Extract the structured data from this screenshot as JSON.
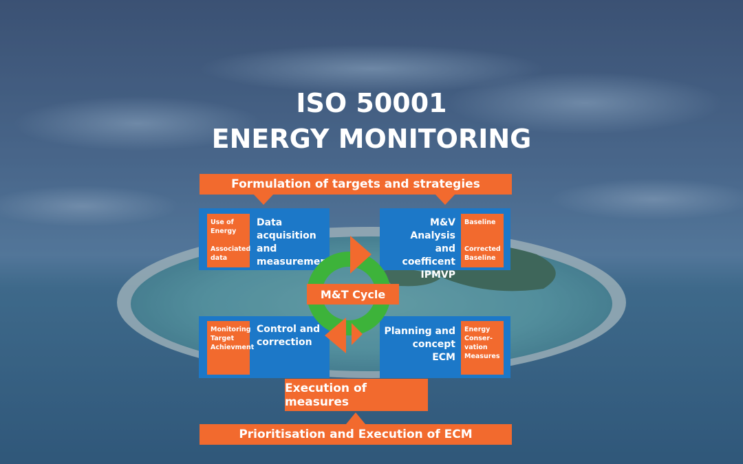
{
  "title": {
    "line1": "ISO 50001",
    "line2": "ENERGY MONITORING"
  },
  "top_bar": "Formulation of targets and strategies",
  "bottom_bar": "Prioritisation and Execution of ECM",
  "execution_box": "Execution of measures",
  "cycle_label": "M&T Cycle",
  "quadrants": {
    "top_left": {
      "label": [
        "Data",
        "acquisition and",
        "measurement"
      ],
      "sub_items": [
        "Use of",
        "Energy",
        "Associated",
        "data"
      ]
    },
    "top_right": {
      "label": [
        "M&V Analysis",
        "and coefficent",
        "IPMVP"
      ],
      "sub_items": [
        "Baseline",
        "Corrected",
        "Baseline"
      ]
    },
    "bottom_left": {
      "label": [
        "Control and",
        "correction"
      ],
      "sub_items": [
        "Monitoring",
        "Target",
        "Achievment"
      ]
    },
    "bottom_right": {
      "label": [
        "Planning and",
        "concept",
        "ECM"
      ],
      "sub_items": [
        "Energy",
        "Conser-",
        "vation",
        "Measures"
      ]
    }
  },
  "colors": {
    "orange": "#f26a2e",
    "blue": "#1c78c8",
    "green": "#3db33a",
    "background_overlay": "#3b5a80"
  }
}
